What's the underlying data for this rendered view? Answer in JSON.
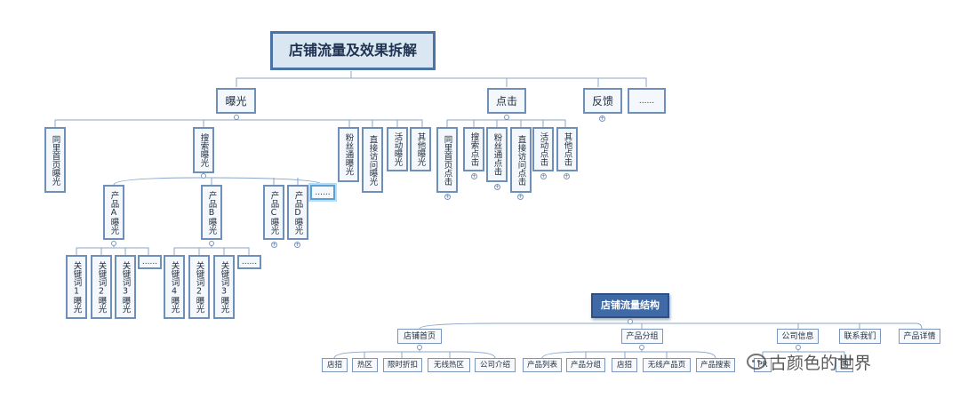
{
  "main_map": {
    "root": "店铺流量及效果拆解",
    "exposure": "曝光",
    "click": "点击",
    "feedback": "反馈",
    "ellipsis": "......",
    "exposure_children": {
      "tongli": "同里首页曝光",
      "search": "搜索曝光",
      "fans": "粉丝通曝光",
      "direct": "直接访问曝光",
      "activity": "活动曝光",
      "other": "其他曝光"
    },
    "products": {
      "a": "产品A曝光",
      "b": "产品B曝光",
      "c": "产品C曝光",
      "d": "产品D曝光",
      "more": "......"
    },
    "keywords_a": [
      "关键词1曝光",
      "关键词2曝光",
      "关键词3曝光",
      "......"
    ],
    "keywords_b": [
      "关键词4曝光",
      "关键词2曝光",
      "关键词3曝光",
      "......"
    ],
    "click_children": {
      "tongli": "同里首页点击",
      "search": "搜索点击",
      "fans": "粉丝通点击",
      "direct": "直接访问点击",
      "activity": "活动点击",
      "other": "其他点击"
    }
  },
  "structure_map": {
    "root": "店铺流量结构",
    "home": "店铺首页",
    "group": "产品分组",
    "company": "公司信息",
    "contact": "联系我们",
    "detail": "产品详情",
    "home_children": [
      "店招",
      "热区",
      "限时折扣",
      "无线热区",
      "公司介绍"
    ],
    "group_children": [
      "产品列表",
      "产品分组",
      "店招",
      "无线产品页",
      "产品搜索"
    ],
    "hidden_children": [
      "PR",
      "图"
    ]
  },
  "watermark": "古颜色的世界",
  "colors": {
    "border": "#6e8fb8",
    "root_fill": "#dbe6f3",
    "structure_root": "#3f6aa6",
    "line": "#8aa6c8"
  }
}
